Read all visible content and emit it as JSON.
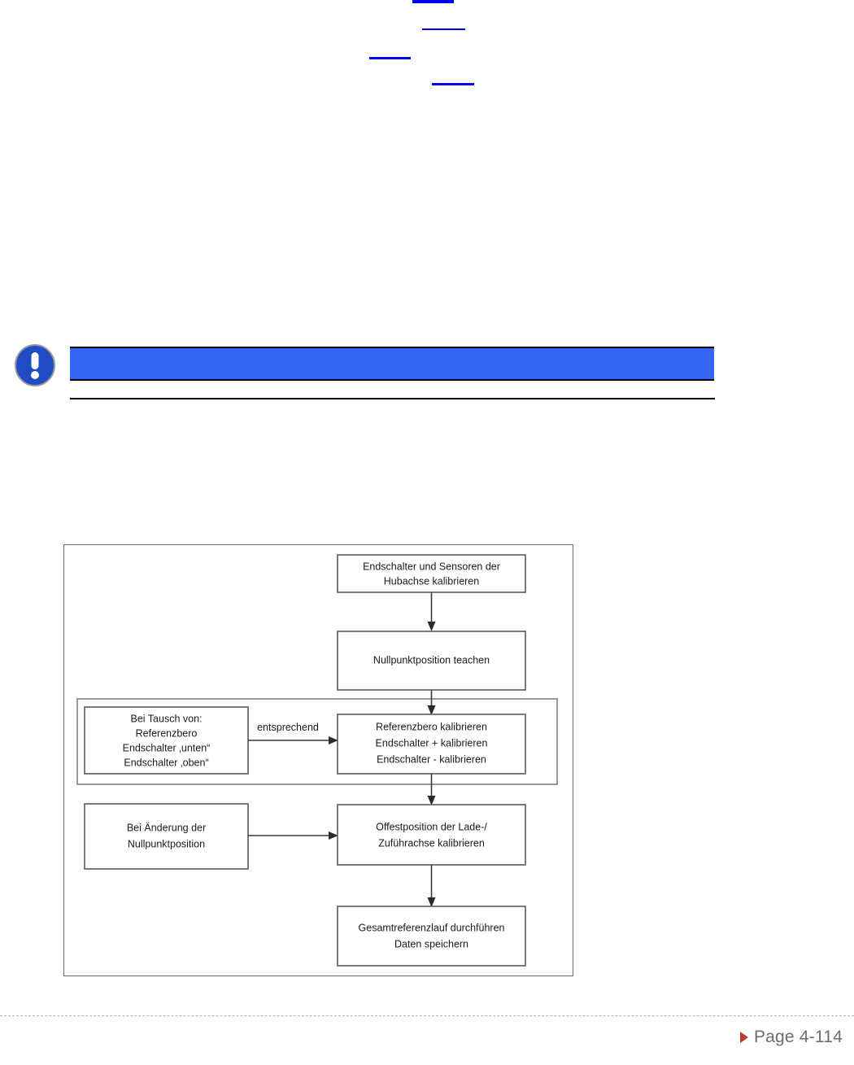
{
  "page": {
    "background_color": "#ffffff",
    "footer": {
      "page_label": "Page 4-114",
      "arrow_icon": "triangle-right-icon",
      "arrow_color": "#b5402f",
      "text_color": "#6d6d6d"
    }
  },
  "cross_references": {
    "note": "four hyperlink underline stubs near top of page",
    "links": [
      {
        "id": "link-1",
        "text": ""
      },
      {
        "id": "link-2",
        "text": ""
      },
      {
        "id": "link-3",
        "text": ""
      },
      {
        "id": "link-4",
        "text": ""
      }
    ],
    "color": "#0000ee"
  },
  "notice": {
    "icon": "exclamation-mandatory-icon",
    "icon_color": "#1f4bc4",
    "banner_color": "#3366f2",
    "banner_text": ""
  },
  "figure": {
    "frame_border_color": "#6b6b6b",
    "group_label": "",
    "edge_labels": {
      "entsprechend": "entsprechend"
    },
    "nodes": [
      {
        "id": "node-endschalter-sensoren",
        "lines": [
          "Endschalter und Sensoren der",
          "Hubachse kalibrieren"
        ]
      },
      {
        "id": "node-nullpunktposition-teachen",
        "lines": [
          "Nullpunktposition teachen"
        ]
      },
      {
        "id": "node-bei-tausch-von",
        "lines": [
          "Bei Tausch von:",
          "Referenzbero",
          "Endschalter ‚unten“",
          "Endschalter ‚oben“"
        ]
      },
      {
        "id": "node-referenzbero-kalibrieren",
        "lines": [
          "Referenzbero kalibrieren",
          "Endschalter + kalibrieren",
          "Endschalter - kalibrieren"
        ]
      },
      {
        "id": "node-bei-aenderung",
        "lines": [
          "Bei Änderung der",
          "Nullpunktposition"
        ]
      },
      {
        "id": "node-offestposition",
        "lines": [
          "Offestposition der Lade-/",
          "Zuführachse kalibrieren"
        ]
      },
      {
        "id": "node-gesamtreferenzlauf",
        "lines": [
          "Gesamtreferenzlauf durchführen",
          "Daten speichern"
        ]
      }
    ]
  }
}
